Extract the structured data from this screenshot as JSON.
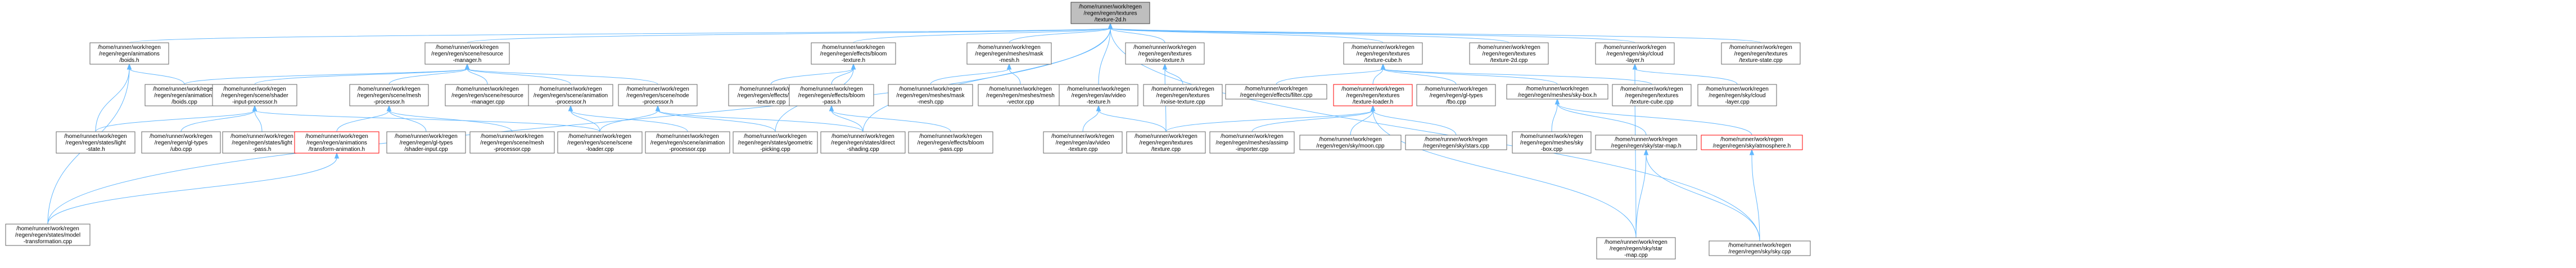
{
  "graph": {
    "nodes": [
      {
        "id": "root",
        "lines": [
          "/home/runner/work/regen",
          "/regen/regen/textures",
          "/texture-2d.h"
        ],
        "kind": "root"
      },
      {
        "id": "anim_boids_h",
        "lines": [
          "/home/runner/work/regen",
          "/regen/regen/animations",
          "/boids.h"
        ]
      },
      {
        "id": "scene_resmgr_h",
        "lines": [
          "/home/runner/work/regen",
          "/regen/regen/scene/resource",
          "-manager.h"
        ]
      },
      {
        "id": "bloom_texture_h",
        "lines": [
          "/home/runner/work/regen",
          "/regen/regen/effects/bloom",
          "-texture.h"
        ]
      },
      {
        "id": "mask_mesh_h",
        "lines": [
          "/home/runner/work/regen",
          "/regen/regen/meshes/mask",
          "-mesh.h"
        ]
      },
      {
        "id": "noise_texture_h",
        "lines": [
          "/home/runner/work/regen",
          "/regen/regen/textures",
          "/noise-texture.h"
        ]
      },
      {
        "id": "texture_cube_h",
        "lines": [
          "/home/runner/work/regen",
          "/regen/regen/textures",
          "/texture-cube.h"
        ]
      },
      {
        "id": "texture_2d_cpp",
        "lines": [
          "/home/runner/work/regen",
          "/regen/regen/textures",
          "/texture-2d.cpp"
        ]
      },
      {
        "id": "cloud_layer_h",
        "lines": [
          "/home/runner/work/regen",
          "/regen/regen/sky/cloud",
          "-layer.h"
        ]
      },
      {
        "id": "texture_state_cpp",
        "lines": [
          "/home/runner/work/regen",
          "/regen/regen/textures",
          "/texture-state.cpp"
        ]
      },
      {
        "id": "anim_boids_cpp",
        "lines": [
          "/home/runner/work/regen",
          "/regen/regen/animations",
          "/boids.cpp"
        ]
      },
      {
        "id": "shader_input_processor_h",
        "lines": [
          "/home/runner/work/regen",
          "/regen/regen/scene/shader",
          "-input-processor.h"
        ]
      },
      {
        "id": "mesh_processor_h",
        "lines": [
          "/home/runner/work/regen",
          "/regen/regen/scene/mesh",
          "-processor.h"
        ]
      },
      {
        "id": "resmgr_cpp",
        "lines": [
          "/home/runner/work/regen",
          "/regen/regen/scene/resource",
          "-manager.cpp"
        ]
      },
      {
        "id": "animation_processor_h",
        "lines": [
          "/home/runner/work/regen",
          "/regen/regen/scene/animation",
          "-processor.h"
        ]
      },
      {
        "id": "node_processor_h",
        "lines": [
          "/home/runner/work/regen",
          "/regen/regen/scene/node",
          "-processor.h"
        ]
      },
      {
        "id": "bloom_texture_cpp",
        "lines": [
          "/home/runner/work/regen",
          "/regen/regen/effects/bloom",
          "-texture.cpp"
        ]
      },
      {
        "id": "bloom_pass_h",
        "lines": [
          "/home/runner/work/regen",
          "/regen/regen/effects/bloom",
          "-pass.h"
        ]
      },
      {
        "id": "mask_mesh_cpp",
        "lines": [
          "/home/runner/work/regen",
          "/regen/regen/meshes/mask",
          "-mesh.cpp"
        ]
      },
      {
        "id": "mesh_vector_cpp",
        "lines": [
          "/home/runner/work/regen",
          "/regen/regen/meshes/mesh",
          "-vector.cpp"
        ]
      },
      {
        "id": "av_video_texture_h",
        "lines": [
          "/home/runner/work/regen",
          "/regen/regen/av/video",
          "-texture.h"
        ]
      },
      {
        "id": "noise_texture_cpp",
        "lines": [
          "/home/runner/work/regen",
          "/regen/regen/textures",
          "/noise-texture.cpp"
        ]
      },
      {
        "id": "filter_cpp",
        "lines": [
          "/home/runner/work/regen",
          "/regen/regen/effects/filter.cpp"
        ]
      },
      {
        "id": "texture_loader_h",
        "lines": [
          "/home/runner/work/regen",
          "/regen/regen/textures",
          "/texture-loader.h"
        ],
        "kind": "red"
      },
      {
        "id": "fbo_cpp",
        "lines": [
          "/home/runner/work/regen",
          "/regen/regen/gl-types",
          "/fbo.cpp"
        ]
      },
      {
        "id": "sky_box_h",
        "lines": [
          "/home/runner/work/regen",
          "/regen/regen/meshes/sky-box.h"
        ]
      },
      {
        "id": "texture_cube_cpp",
        "lines": [
          "/home/runner/work/regen",
          "/regen/regen/textures",
          "/texture-cube.cpp"
        ]
      },
      {
        "id": "cloud_layer_cpp",
        "lines": [
          "/home/runner/work/regen",
          "/regen/regen/sky/cloud",
          "-layer.cpp"
        ]
      },
      {
        "id": "light_state_h",
        "lines": [
          "/home/runner/work/regen",
          "/regen/regen/states/light",
          "-state.h"
        ]
      },
      {
        "id": "ubo_cpp",
        "lines": [
          "/home/runner/work/regen",
          "/regen/regen/gl-types",
          "/ubo.cpp"
        ]
      },
      {
        "id": "light_pass_h",
        "lines": [
          "/home/runner/work/regen",
          "/regen/regen/states/light",
          "-pass.h"
        ]
      },
      {
        "id": "transform_animation_h",
        "lines": [
          "/home/runner/work/regen",
          "/regen/regen/animations",
          "/transform-animation.h"
        ],
        "kind": "red"
      },
      {
        "id": "shader_input_cpp",
        "lines": [
          "/home/runner/work/regen",
          "/regen/regen/gl-types",
          "/shader-input.cpp"
        ]
      },
      {
        "id": "mesh_processor_cpp",
        "lines": [
          "/home/runner/work/regen",
          "/regen/regen/scene/mesh",
          "-processor.cpp"
        ]
      },
      {
        "id": "scene_loader_cpp",
        "lines": [
          "/home/runner/work/regen",
          "/regen/regen/scene/scene",
          "-loader.cpp"
        ]
      },
      {
        "id": "animation_processor_cpp",
        "lines": [
          "/home/runner/work/regen",
          "/regen/regen/scene/animation",
          "-processor.cpp"
        ]
      },
      {
        "id": "geometric_picking_cpp",
        "lines": [
          "/home/runner/work/regen",
          "/regen/regen/states/geometric",
          "-picking.cpp"
        ]
      },
      {
        "id": "direct_shading_cpp",
        "lines": [
          "/home/runner/work/regen",
          "/regen/regen/states/direct",
          "-shading.cpp"
        ]
      },
      {
        "id": "bloom_pass_cpp",
        "lines": [
          "/home/runner/work/regen",
          "/regen/regen/effects/bloom",
          "-pass.cpp"
        ]
      },
      {
        "id": "av_video_texture_cpp",
        "lines": [
          "/home/runner/work/regen",
          "/regen/regen/av/video",
          "-texture.cpp"
        ]
      },
      {
        "id": "texture_cpp",
        "lines": [
          "/home/runner/work/regen",
          "/regen/regen/textures",
          "/texture.cpp"
        ]
      },
      {
        "id": "assimp_importer_cpp",
        "lines": [
          "/home/runner/work/regen",
          "/regen/regen/meshes/assimp",
          "-importer.cpp"
        ]
      },
      {
        "id": "sky_moon_cpp",
        "lines": [
          "/home/runner/work/regen",
          "/regen/regen/sky/moon.cpp"
        ]
      },
      {
        "id": "sky_stars_cpp",
        "lines": [
          "/home/runner/work/regen",
          "/regen/regen/sky/stars.cpp"
        ]
      },
      {
        "id": "sky_box_cpp",
        "lines": [
          "/home/runner/work/regen",
          "/regen/regen/meshes/sky",
          "-box.cpp"
        ]
      },
      {
        "id": "star_map_h",
        "lines": [
          "/home/runner/work/regen",
          "/regen/regen/sky/star-map.h"
        ]
      },
      {
        "id": "atmosphere_h",
        "lines": [
          "/home/runner/work/regen",
          "/regen/regen/sky/atmosphere.h"
        ],
        "kind": "red"
      },
      {
        "id": "model_transformation_cpp",
        "lines": [
          "/home/runner/work/regen",
          "/regen/regen/states/model",
          "-transformation.cpp"
        ]
      },
      {
        "id": "star_map_cpp",
        "lines": [
          "/home/runner/work/regen",
          "/regen/regen/sky/star",
          "-map.cpp"
        ]
      },
      {
        "id": "sky_cpp",
        "lines": [
          "/home/runner/work/regen",
          "/regen/regen/sky/sky.cpp"
        ]
      }
    ],
    "edges": [
      [
        "root",
        "anim_boids_h"
      ],
      [
        "root",
        "scene_resmgr_h"
      ],
      [
        "root",
        "bloom_texture_h"
      ],
      [
        "root",
        "mask_mesh_h"
      ],
      [
        "root",
        "noise_texture_h"
      ],
      [
        "root",
        "texture_cube_h"
      ],
      [
        "root",
        "texture_2d_cpp"
      ],
      [
        "root",
        "cloud_layer_h"
      ],
      [
        "root",
        "texture_state_cpp"
      ],
      [
        "root",
        "av_video_texture_h"
      ],
      [
        "root",
        "model_transformation_cpp"
      ],
      [
        "root",
        "sky_cpp"
      ],
      [
        "root",
        "direct_shading_cpp"
      ],
      [
        "anim_boids_h",
        "anim_boids_cpp"
      ],
      [
        "anim_boids_h",
        "light_state_h"
      ],
      [
        "anim_boids_h",
        "model_transformation_cpp"
      ],
      [
        "scene_resmgr_h",
        "anim_boids_cpp"
      ],
      [
        "scene_resmgr_h",
        "shader_input_processor_h"
      ],
      [
        "scene_resmgr_h",
        "mesh_processor_h"
      ],
      [
        "scene_resmgr_h",
        "resmgr_cpp"
      ],
      [
        "scene_resmgr_h",
        "animation_processor_h"
      ],
      [
        "scene_resmgr_h",
        "node_processor_h"
      ],
      [
        "bloom_texture_h",
        "bloom_texture_cpp"
      ],
      [
        "bloom_texture_h",
        "bloom_pass_h"
      ],
      [
        "bloom_texture_h",
        "geometric_picking_cpp"
      ],
      [
        "mask_mesh_h",
        "mask_mesh_cpp"
      ],
      [
        "mask_mesh_h",
        "mesh_vector_cpp"
      ],
      [
        "noise_texture_h",
        "noise_texture_cpp"
      ],
      [
        "noise_texture_h",
        "texture_cpp"
      ],
      [
        "texture_cube_h",
        "filter_cpp"
      ],
      [
        "texture_cube_h",
        "texture_loader_h"
      ],
      [
        "texture_cube_h",
        "fbo_cpp"
      ],
      [
        "texture_cube_h",
        "sky_box_h"
      ],
      [
        "texture_cube_h",
        "texture_cube_cpp"
      ],
      [
        "cloud_layer_h",
        "cloud_layer_cpp"
      ],
      [
        "cloud_layer_h",
        "star_map_cpp"
      ],
      [
        "shader_input_processor_h",
        "light_state_h"
      ],
      [
        "shader_input_processor_h",
        "ubo_cpp"
      ],
      [
        "shader_input_processor_h",
        "light_pass_h"
      ],
      [
        "shader_input_processor_h",
        "scene_loader_cpp"
      ],
      [
        "mesh_processor_h",
        "transform_animation_h"
      ],
      [
        "mesh_processor_h",
        "shader_input_cpp"
      ],
      [
        "mesh_processor_h",
        "mesh_processor_cpp"
      ],
      [
        "animation_processor_h",
        "scene_loader_cpp"
      ],
      [
        "animation_processor_h",
        "animation_processor_cpp"
      ],
      [
        "node_processor_h",
        "scene_loader_cpp"
      ],
      [
        "node_processor_h",
        "geometric_picking_cpp"
      ],
      [
        "node_processor_h",
        "direct_shading_cpp"
      ],
      [
        "bloom_pass_h",
        "direct_shading_cpp"
      ],
      [
        "bloom_pass_h",
        "bloom_pass_cpp"
      ],
      [
        "av_video_texture_h",
        "av_video_texture_cpp"
      ],
      [
        "av_video_texture_h",
        "texture_cpp"
      ],
      [
        "texture_loader_h",
        "texture_cpp"
      ],
      [
        "texture_loader_h",
        "assimp_importer_cpp"
      ],
      [
        "texture_loader_h",
        "sky_moon_cpp"
      ],
      [
        "texture_loader_h",
        "sky_stars_cpp"
      ],
      [
        "texture_loader_h",
        "star_map_cpp"
      ],
      [
        "sky_box_h",
        "sky_box_cpp"
      ],
      [
        "sky_box_h",
        "star_map_h"
      ],
      [
        "sky_box_h",
        "atmosphere_h"
      ],
      [
        "star_map_h",
        "star_map_cpp"
      ],
      [
        "star_map_h",
        "sky_cpp"
      ],
      [
        "atmosphere_h",
        "sky_cpp"
      ],
      [
        "transform_animation_h",
        "model_transformation_cpp"
      ]
    ]
  }
}
